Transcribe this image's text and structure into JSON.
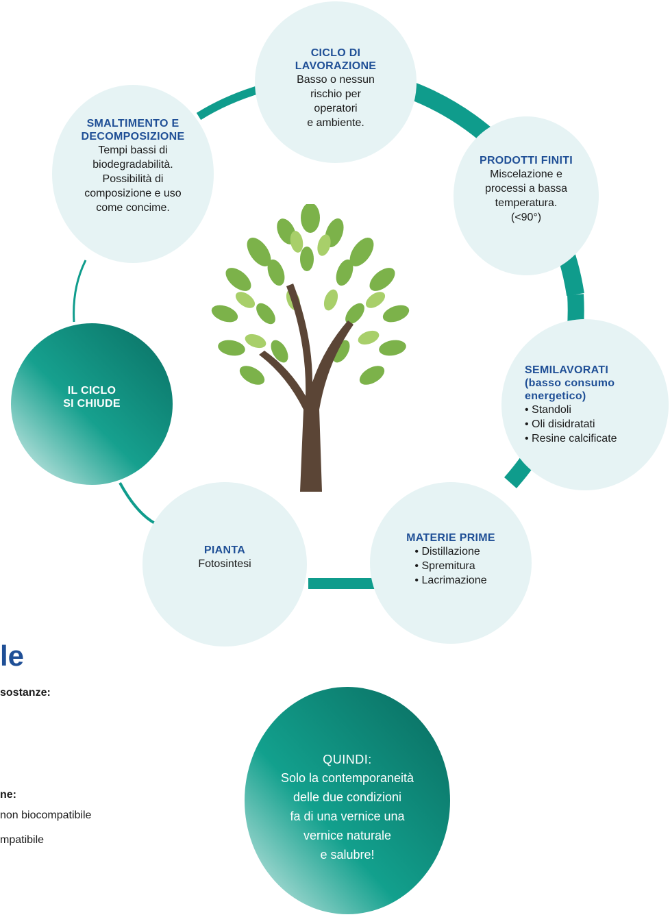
{
  "nodes": {
    "ciclo_lavorazione": {
      "title_lines": [
        "CICLO DI",
        "LAVORAZIONE"
      ],
      "body_lines": [
        "Basso o nessun",
        "rischio per",
        "operatori",
        "e ambiente."
      ]
    },
    "prodotti_finiti": {
      "title_lines": [
        "PRODOTTI FINITI"
      ],
      "body_lines": [
        "Miscelazione e",
        "processi a bassa",
        "temperatura.",
        "(<90°)"
      ]
    },
    "semilavorati": {
      "title_lines": [
        "SEMILAVORATI",
        "(basso consumo",
        "energetico)"
      ],
      "items": [
        "Standoli",
        "Oli disidratati",
        "Resine calcificate"
      ]
    },
    "materie_prime": {
      "title_lines": [
        "MATERIE PRIME"
      ],
      "items": [
        "Distillazione",
        "Spremitura",
        "Lacrimazione"
      ]
    },
    "pianta": {
      "title_lines": [
        "PIANTA"
      ],
      "body_lines": [
        "Fotosintesi"
      ]
    },
    "ciclo_chiude": {
      "title_lines": [
        "IL CICLO",
        "SI CHIUDE"
      ]
    },
    "smaltimento": {
      "title_lines": [
        "SMALTIMENTO E",
        "DECOMPOSIZIONE"
      ],
      "body_lines": [
        "Tempi bassi di",
        "biodegradabilità.",
        "Possibilità di",
        "composizione e uso",
        "come concime."
      ]
    }
  },
  "quindi": {
    "title": "QUINDI:",
    "lines": [
      "Solo la contemporaneità",
      "delle due condizioni",
      "fa di una vernice una",
      "vernice naturale",
      "e salubre!"
    ]
  },
  "fragments": {
    "heading": "le",
    "line1": "sostanze:",
    "line2": "ne:",
    "line3": "non biocompatibile",
    "line4": "mpatibile"
  },
  "colors": {
    "teal": "#0f9c8c",
    "node_fill": "#e6f3f4",
    "title_blue": "#1f4f96",
    "trunk": "#5b4536"
  }
}
